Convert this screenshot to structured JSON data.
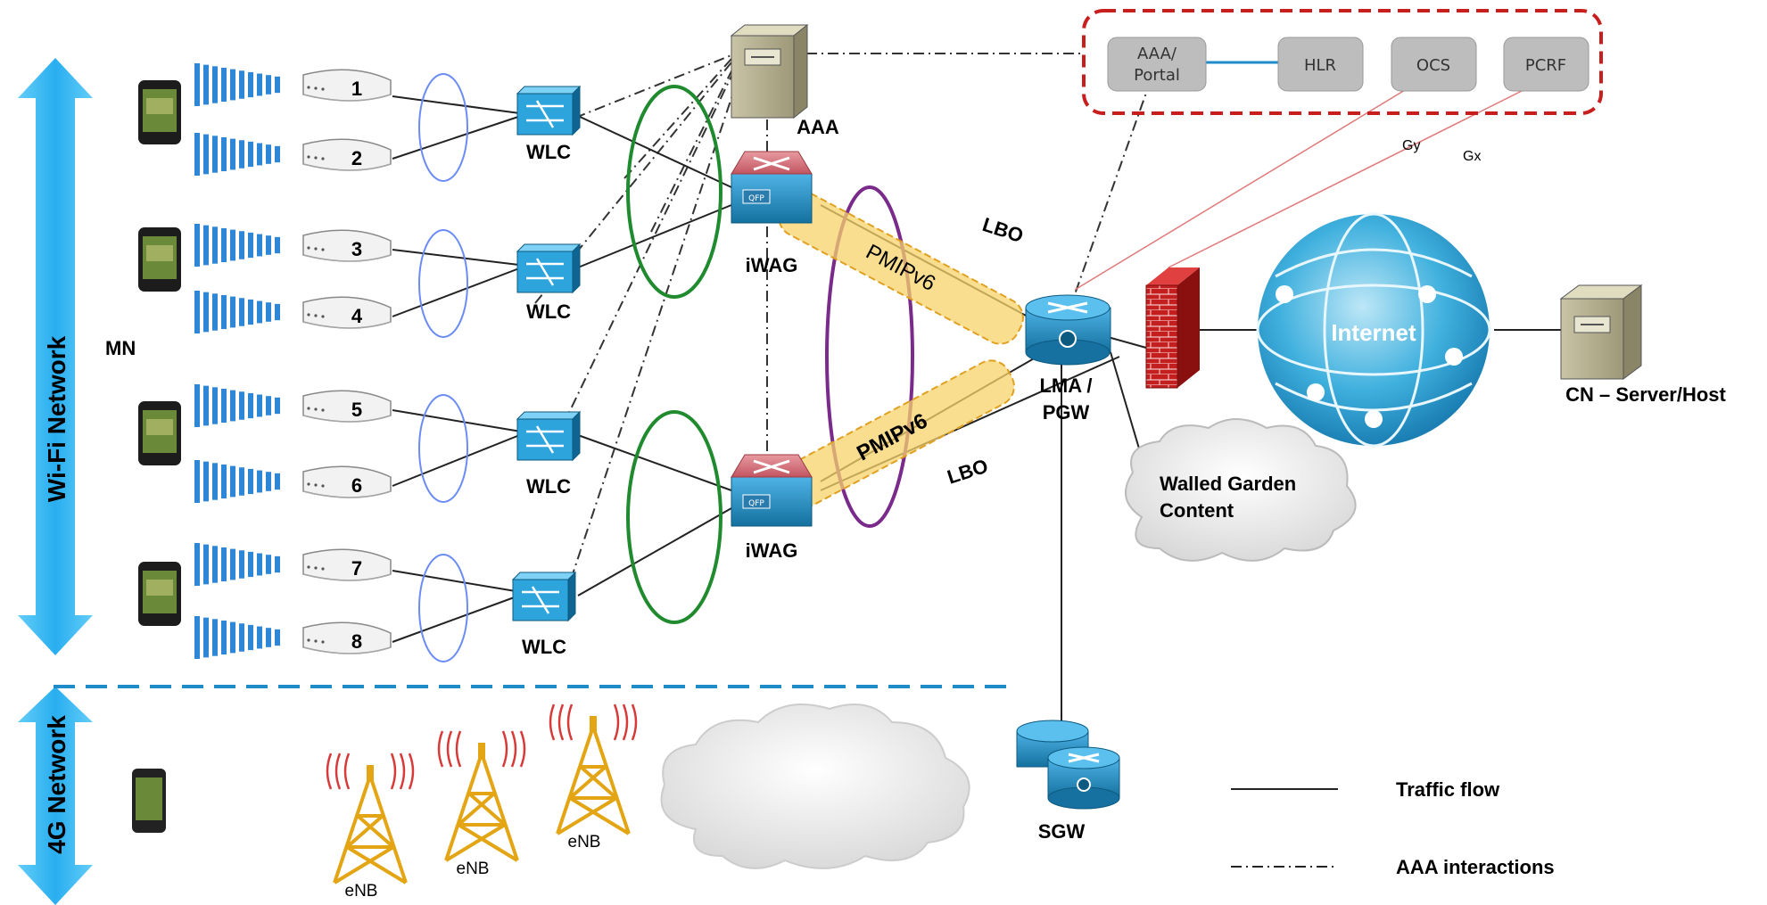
{
  "sections": {
    "wifi": "Wi-Fi Network",
    "lte": "4G Network"
  },
  "mobile_node_label": "MN",
  "access_points": [
    "1",
    "2",
    "3",
    "4",
    "5",
    "6",
    "7",
    "8"
  ],
  "controllers": [
    "WLC",
    "WLC",
    "WLC",
    "WLC"
  ],
  "gateways": [
    "iWAG",
    "iWAG"
  ],
  "qfp_label": "QFP",
  "aaa_label": "AAA",
  "core_boxes": {
    "portal": [
      "AAA/",
      "Portal"
    ],
    "hlr": "HLR",
    "ocs": "OCS",
    "pcrf": "PCRF"
  },
  "interfaces": {
    "gy": "Gy",
    "gx": "Gx"
  },
  "lbo": [
    "LBO",
    "LBO"
  ],
  "tunnels": [
    "PMIPv6",
    "PMIPv6"
  ],
  "lma": [
    "LMA /",
    "PGW"
  ],
  "internet": "Internet",
  "cn": "CN – Server/Host",
  "walled_garden": [
    "Walled Garden",
    "Content"
  ],
  "sgw": "SGW",
  "enb": [
    "eNB",
    "eNB",
    "eNB"
  ],
  "legend": {
    "traffic": "Traffic flow",
    "aaa": "AAA interactions"
  },
  "colors": {
    "wifi_arrow": "#39b6f0",
    "ellipse_blue": "#6b8cf5",
    "ellipse_green": "#1f8a2e",
    "ellipse_purple": "#7a2a8a",
    "tunnel": "#f7d36b",
    "router_red": "#d9737c",
    "router_blue": "#1e8fc8",
    "firewall": "#c41e1e",
    "core_box_border": "#c81e1e",
    "signal_bars": "#2e86d6",
    "tower": "#e3a514"
  }
}
